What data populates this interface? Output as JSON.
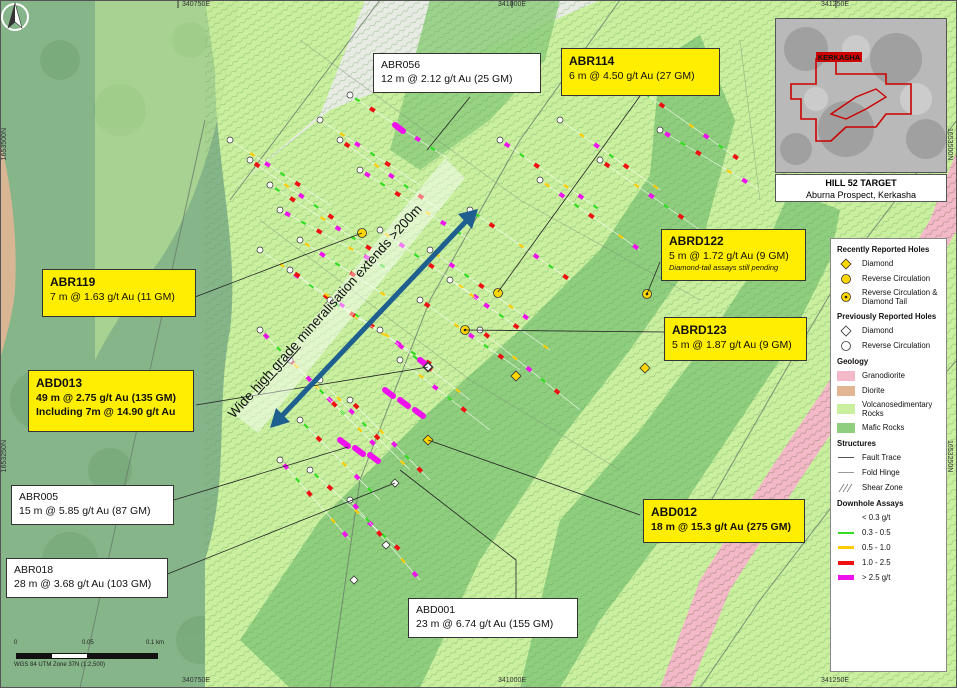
{
  "grid_labels": {
    "top": [
      "340750E",
      "341000E",
      "341250E"
    ],
    "bottom": [
      "340750E",
      "341000E",
      "341250E"
    ],
    "left": [
      "1653500N",
      "1653250N"
    ],
    "right": [
      "1653500N",
      "1653250N"
    ]
  },
  "inset": {
    "map_label": "KERKASHA",
    "title": "HILL 52 TARGET",
    "subtitle": "Aburna Prospect, Kerkasha"
  },
  "annotation": {
    "text_before": "Wide ",
    "text_underlined": "high grade",
    "text_after": " mineralisation extends >200m"
  },
  "callouts": [
    {
      "id": "ABR056",
      "style": "white",
      "name": "ABR056",
      "result": "12 m @ 2.12 g/t Au (25 GM)"
    },
    {
      "id": "ABR114",
      "style": "yellow",
      "name": "ABR114",
      "result": "6 m @ 4.50 g/t Au (27 GM)"
    },
    {
      "id": "ABRD122",
      "style": "yellow",
      "name": "ABRD122",
      "result": "5 m @ 1.72 g/t Au (9 GM)",
      "note": "Diamond-tail assays still pending"
    },
    {
      "id": "ABR119",
      "style": "yellow",
      "name": "ABR119",
      "result": "7 m @ 1.63 g/t Au (11 GM)"
    },
    {
      "id": "ABRD123",
      "style": "yellow",
      "name": "ABRD123",
      "result": "5 m @ 1.87 g/t Au (9 GM)"
    },
    {
      "id": "ABD013",
      "style": "yellow",
      "name": "ABD013",
      "result": "49 m @ 2.75 g/t Au (135 GM)",
      "result2": "Including 7m @ 14.90 g/t Au"
    },
    {
      "id": "ABR005",
      "style": "white",
      "name": "ABR005",
      "result": "15 m @ 5.85 g/t Au (87 GM)"
    },
    {
      "id": "ABD012",
      "style": "yellow",
      "name": "ABD012",
      "result": "18 m @ 15.3 g/t Au (275 GM)"
    },
    {
      "id": "ABR018",
      "style": "white",
      "name": "ABR018",
      "result": "28 m @ 3.68 g/t Au (103 GM)"
    },
    {
      "id": "ABD001",
      "style": "white",
      "name": "ABD001",
      "result": "23 m @ 6.74 g/t Au (155 GM)"
    }
  ],
  "legend": {
    "recent_title": "Recently Reported Holes",
    "recent": [
      {
        "label": "Diamond",
        "symbol": "diamond",
        "color": "#ffd700"
      },
      {
        "label": "Reverse Circulation",
        "symbol": "circle",
        "color": "#ffd700"
      },
      {
        "label": "Reverse Circulation & Diamond Tail",
        "symbol": "circle-dot",
        "color": "#ffd700"
      }
    ],
    "previous_title": "Previously Reported Holes",
    "previous": [
      {
        "label": "Diamond",
        "symbol": "diamond",
        "color": "#ffffff"
      },
      {
        "label": "Reverse Circulation",
        "symbol": "circle",
        "color": "#ffffff"
      }
    ],
    "geology_title": "Geology",
    "geology": [
      {
        "label": "Granodiorite",
        "color": "#f4b9c8"
      },
      {
        "label": "Diorite",
        "color": "#e2b693"
      },
      {
        "label": "Volcanosedimentary Rocks",
        "color": "#c9ef9f"
      },
      {
        "label": "Mafic Rocks",
        "color": "#8fce7e"
      }
    ],
    "structures_title": "Structures",
    "structures": [
      {
        "label": "Fault Trace",
        "symbol": "line"
      },
      {
        "label": "Fold Hinge",
        "symbol": "thin-line"
      },
      {
        "label": "Shear Zone",
        "symbol": "hatch"
      }
    ],
    "assays_title": "Downhole Assays",
    "assays": [
      {
        "label": "< 0.3 g/t",
        "color": "#ffffff"
      },
      {
        "label": "0.3 - 0.5",
        "color": "#33dd22"
      },
      {
        "label": "0.5 - 1.0",
        "color": "#ffcc00"
      },
      {
        "label": "1.0 - 2.5",
        "color": "#ee1111"
      },
      {
        "label": "> 2.5 g/t",
        "color": "#ee11ee"
      }
    ]
  },
  "scale": {
    "tick0": "0",
    "tick1": "0.05",
    "tick2": "0.1 km",
    "projection": "WGS 84 UTM Zone 37N (1:2,500)"
  },
  "colors": {
    "mafic": "#8fce7e",
    "volcanosedimentary": "#c9ef9f",
    "granodiorite": "#f4b9c8",
    "diorite": "#e2b693",
    "callout_yellow": "#ffee00",
    "arrow": "#1f5f8f"
  }
}
